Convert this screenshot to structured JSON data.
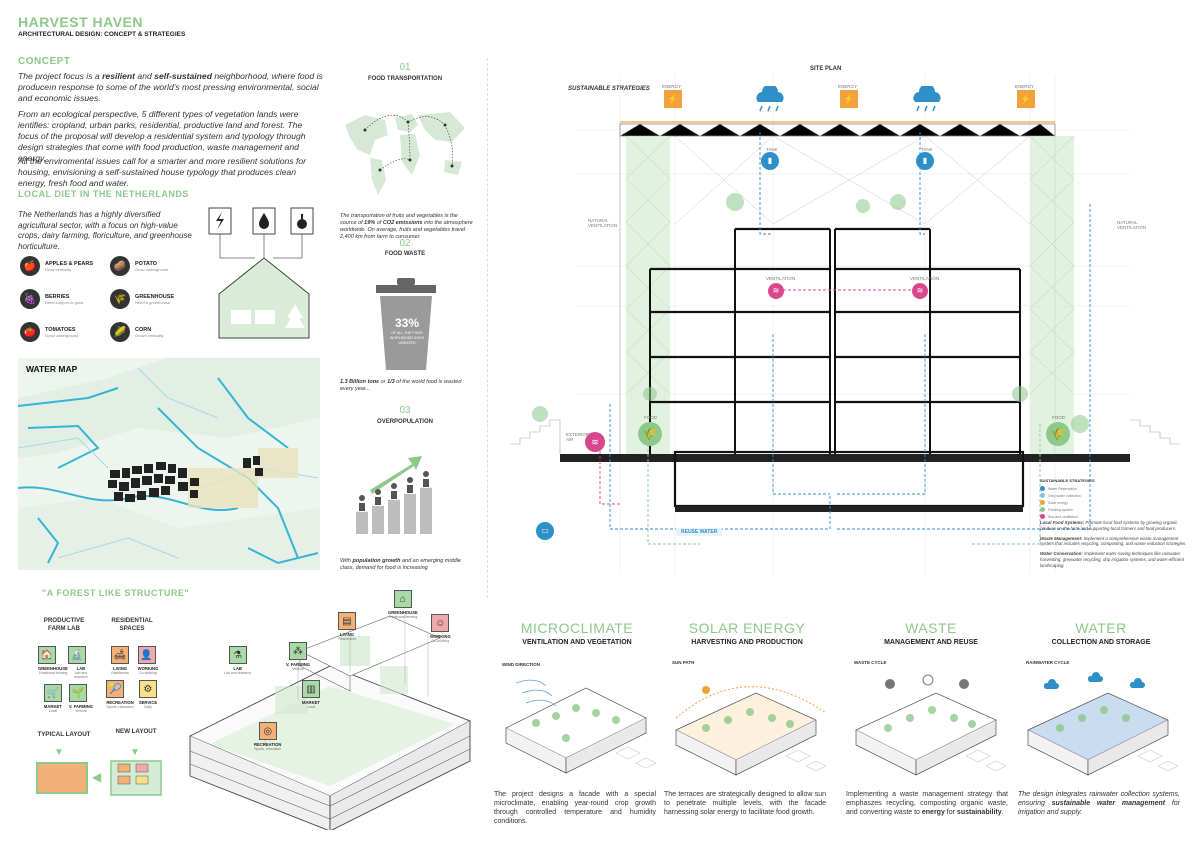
{
  "header": {
    "title": "HARVEST HAVEN",
    "subtitle": "ARCHITECTURAL DESIGN: CONCEPT & STRATEGIES"
  },
  "concept": {
    "heading": "CONCEPT",
    "p1_a": "The project focus is a ",
    "p1_b": "resilient",
    "p1_c": " and ",
    "p1_d": "self-sustained",
    "p1_e": " neighborhood, where food is produceın response to some of the world's most pressing environmental, social and economic issues.",
    "p2": "From an ecological perspective, 5 different types of vegetation lands were ientifies: cropland, urban parks, residential, productive land and forest. The focus of the proposal will develop a residential system and typology through design strategies that come with food production, waste management and energy.",
    "p3": "All the enviromental issues call for a smarter and more resilient solutions for housing, envisioning a self-sustained house typology that produces clean energy, fresh food and water."
  },
  "local_diet": {
    "heading": "LOCAL DIET IN THE NETHERLANDS",
    "text": "The Netherlands has a highly diversified agricultural sector, with a focus on high-value crops, dairy farming, floriculture, and greenhouse horticulture.",
    "crops": [
      {
        "name": "APPLES & PEARS",
        "desc": "Grow vertically",
        "icon": "🍎"
      },
      {
        "name": "POTATO",
        "desc": "Grow underground",
        "icon": "🥔"
      },
      {
        "name": "BERRIES",
        "desc": "Need support to grow",
        "icon": "🍇"
      },
      {
        "name": "GREENHOUSE",
        "desc": "Need a greenhouse",
        "icon": "🌾"
      },
      {
        "name": "TOMATOES",
        "desc": "Grow underground",
        "icon": "🍅"
      },
      {
        "name": "CORN",
        "desc": "Grown vertically",
        "icon": "🌽"
      }
    ]
  },
  "water_map": {
    "heading": "WATER MAP"
  },
  "stats": [
    {
      "num": "01",
      "title": "FOOD TRANSPORTATION",
      "text_a": "The transportation of fruits and vegetables is the source of ",
      "text_b": "19%",
      "text_c": " of ",
      "text_d": "CO2 emissions",
      "text_e": " into the atmosphere worldwide. On average, fruits and vegetables travel 2,400 km from farm to consumer."
    },
    {
      "num": "02",
      "title": "FOOD WASTE",
      "bin_pct": "33%",
      "bin_text": "OF ALL THE FOOD WORLDWIDE GOES UNEATEN",
      "text_a": "1.3 Billion tons",
      "text_b": " or ",
      "text_c": "1/3",
      "text_d": " of the world food is wasted every year..."
    },
    {
      "num": "03",
      "title": "OVERPOPULATION",
      "text_a": "With ",
      "text_b": "population growth",
      "text_c": " and an emerging middle class, demand for food is increasing"
    }
  ],
  "section": {
    "site_plan": "SITE PLAN",
    "strategies_label": "SUSTAINABLE STRATEGIES",
    "energy": "ENERGY",
    "tank": "TANK",
    "natural_ventilation": "NATURAL VENTILATION",
    "ventilation": "VENTILATION",
    "food": "FOOD",
    "exterior_air": "EXTERIOR AIR",
    "reuse_water": "REUSE WATER",
    "legend_title": "SUSTAINABLE STRATEGIES",
    "legend": [
      "Water Reservation",
      "Grey water collection",
      "Solar energy",
      "Feeding system",
      "Sun and ventilation"
    ],
    "notes": [
      {
        "title": "Local Food Systems:",
        "text": " Promote local food systems by growing organic produce on the farm and supporting local farmers and food producers."
      },
      {
        "title": "Waste Management:",
        "text": " Implement a comprehensive waste management system that includes recycling, composting, and waste reduction strategies."
      },
      {
        "title": "Water Conservation:",
        "text": " Implement water-saving techniques like rainwater harvesting, greywater recycling, drip irrigation systems, and water-efficient landscaping."
      }
    ]
  },
  "forest": {
    "heading": "\"A FOREST LIKE STRUCTURE\"",
    "productive_title": "PRODUCTIVE FARM LAB",
    "residential_title": "RESIDENTIAL SPACES",
    "productive_tiles": [
      {
        "name": "GREENHOUSE",
        "sub": "Traditional farming",
        "icon": "🏠"
      },
      {
        "name": "LAB",
        "sub": "Lab and research",
        "icon": "🔬"
      },
      {
        "name": "MARKET",
        "sub": "Local",
        "icon": "🛒"
      },
      {
        "name": "V. FARMING",
        "sub": "Vertical",
        "icon": "🌱"
      }
    ],
    "residential_tiles": [
      {
        "name": "LIVING",
        "sub": "Residential",
        "icon": "🛋"
      },
      {
        "name": "WORKING",
        "sub": "Co-working",
        "icon": "👤"
      },
      {
        "name": "RECREATION",
        "sub": "Sports, relaxation",
        "icon": "🎾"
      },
      {
        "name": "SERVICE",
        "sub": "Daily",
        "icon": "⚙"
      }
    ],
    "typical_layout": "TYPICAL LAYOUT",
    "new_layout": "NEW LAYOUT",
    "axo_tags": [
      {
        "name": "GREENHOUSE",
        "sub": "Traditional farming"
      },
      {
        "name": "LIVING",
        "sub": "Residential"
      },
      {
        "name": "WORKING",
        "sub": "Co-working"
      },
      {
        "name": "V. FARMING",
        "sub": "Vertical"
      },
      {
        "name": "LAB",
        "sub": "Lab and research"
      },
      {
        "name": "MARKET",
        "sub": "Local"
      },
      {
        "name": "RECREATION",
        "sub": "Sports, relaxation"
      }
    ]
  },
  "pillars": [
    {
      "title": "MICROCLIMATE",
      "sub": "VENTILATION AND VEGETATION",
      "diagram_label": "WIND DIRECTION",
      "text": "The project designs a facade with a special microclimate, enabling year-round crop growth through controlled temperature and humidity conditions."
    },
    {
      "title": "SOLAR ENERGY",
      "sub": "HARVESTING AND PRODUCTION",
      "diagram_label": "SUN PATH",
      "text": "The terraces are strategically designed to allow sun to penetrate multiple levels, with the facade harnessing solar energy to facilitate food growth."
    },
    {
      "title": "WASTE",
      "sub": "MANAGEMENT AND REUSE",
      "diagram_label": "WASTE CYCLE",
      "text_a": "Implementing a waste management strategy that emphaszes recycling, composting organic waste, and converting waste to ",
      "text_b": "energy",
      "text_c": " for ",
      "text_d": "sustainability",
      "text_e": "."
    },
    {
      "title": "WATER",
      "sub": "COLLECTION AND STORAGE",
      "diagram_label": "RAINWATER CYCLE",
      "text_a": "The design integrates rainwater collection systems, ensuring ",
      "text_b": "sustainable water management",
      "text_c": " for irrigation and supply."
    }
  ],
  "colors": {
    "accent_green": "#8cc98a",
    "light_green": "#cfe8cf",
    "water_blue": "#2e8fc9",
    "energy_orange": "#f2a23a",
    "vent_pink": "#d9478f"
  }
}
